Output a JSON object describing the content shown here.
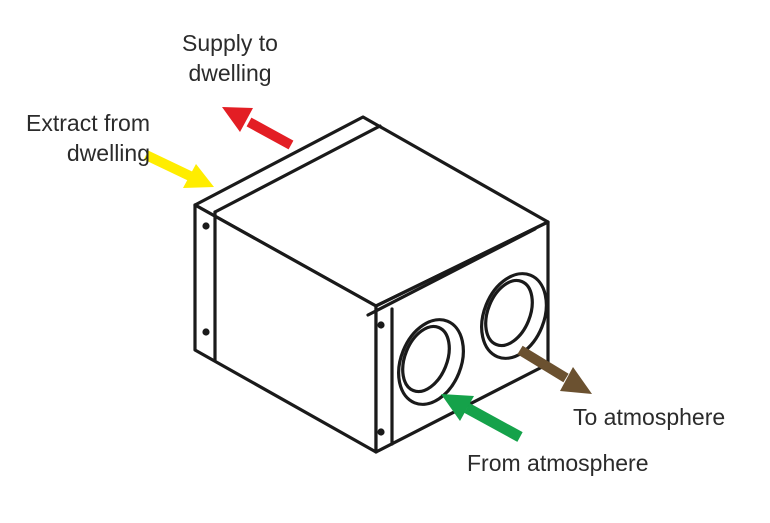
{
  "labels": {
    "supply": {
      "line1": "Supply to",
      "line2": "dwelling"
    },
    "extract": {
      "line1": "Extract from",
      "line2": "dwelling"
    },
    "to_atmosphere": "To atmosphere",
    "from_atmosphere": "From atmosphere"
  },
  "colors": {
    "outline": "#1a1a1a",
    "supply_arrow": "#e31e24",
    "extract_arrow": "#ffed00",
    "to_atmosphere_arrow": "#6b5130",
    "from_atmosphere_arrow": "#15a24a"
  }
}
